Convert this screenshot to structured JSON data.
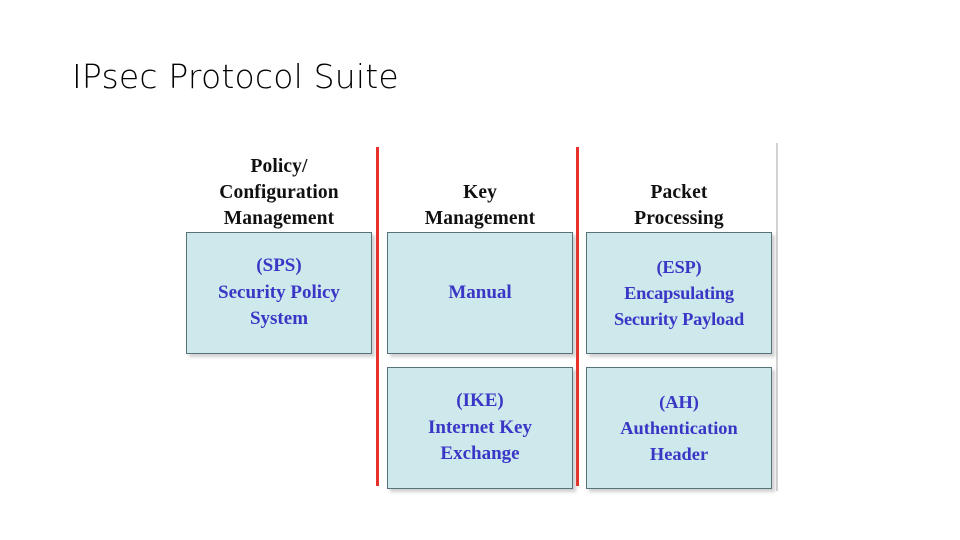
{
  "slide": {
    "title": "IPsec Protocol Suite",
    "background_color": "#ffffff"
  },
  "diagram": {
    "type": "grouped-block-diagram",
    "box_fill_color": "#cde9ec",
    "box_border_color": "#58727a",
    "box_text_color": "#3a36c6",
    "divider_color": "#e8312a",
    "frame_edge_color": "#d2d2d2",
    "header_text_color": "#101010",
    "columns": [
      {
        "id": "policy-configuration-management",
        "header_lines": [
          "Policy/",
          "Configuration",
          "Management"
        ],
        "boxes": [
          {
            "id": "sps",
            "lines": [
              "(SPS)",
              "Security Policy",
              "System"
            ]
          }
        ]
      },
      {
        "id": "key-management",
        "header_lines": [
          "Key",
          "Management"
        ],
        "boxes": [
          {
            "id": "manual",
            "lines": [
              "Manual"
            ]
          },
          {
            "id": "ike",
            "lines": [
              "(IKE)",
              "Internet Key",
              "Exchange"
            ]
          }
        ]
      },
      {
        "id": "packet-processing",
        "header_lines": [
          "Packet",
          "Processing"
        ],
        "boxes": [
          {
            "id": "esp",
            "lines": [
              "(ESP)",
              "Encapsulating",
              "Security Payload"
            ]
          },
          {
            "id": "ah",
            "lines": [
              "(AH)",
              "Authentication",
              "Header"
            ]
          }
        ]
      }
    ]
  }
}
